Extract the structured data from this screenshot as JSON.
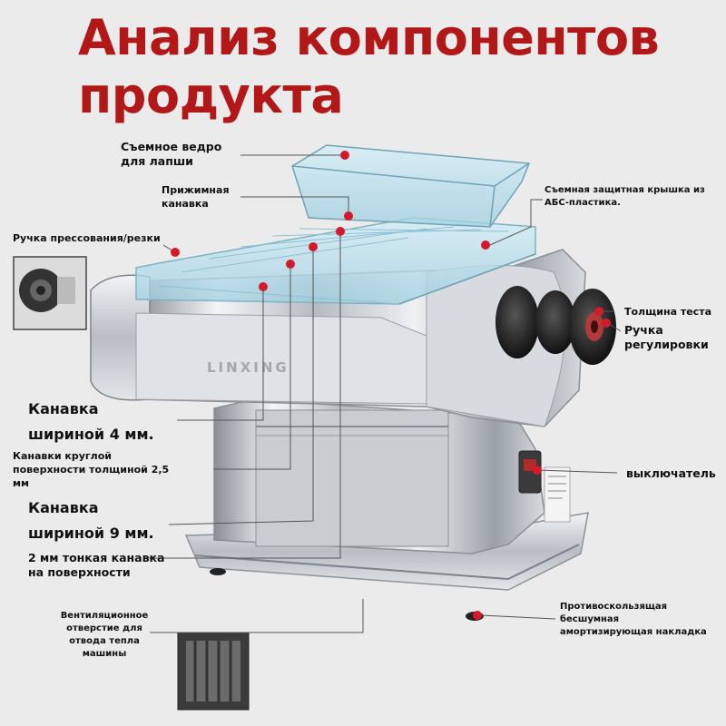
{
  "title": {
    "line1": "Анализ компонентов",
    "line2": "продукта"
  },
  "colors": {
    "title": "#b21818",
    "marker": "#d41a2a",
    "leader": "#555555",
    "background": "#ebebeb"
  },
  "machine_brand": "LINXING",
  "labels": {
    "bucket": [
      "Съемное ведро",
      "для лапши"
    ],
    "press_groove": [
      "Прижимная",
      "канавка"
    ],
    "press_handle": "Ручка прессования/резки",
    "abs_cover": [
      "Съемная защитная крышка из",
      "АБС-пластика."
    ],
    "thickness": "Толщина теста",
    "adjust_knob": [
      "Ручка",
      "регулировки"
    ],
    "groove_4mm": [
      "Канавка",
      "шириной 4 мм."
    ],
    "round_groove": [
      "Канавки круглой",
      "поверхности толщиной 2,5",
      "мм"
    ],
    "switch": "выключатель",
    "groove_9mm": [
      "Канавка",
      "шириной 9 мм."
    ],
    "groove_2mm": [
      "2 мм тонкая канавка",
      "на поверхности"
    ],
    "vent": [
      "Вентиляционное",
      "отверстие для",
      "отвода тепла",
      "машины"
    ],
    "anti_slip": [
      "Противоскользящая",
      "бесшумная",
      "амортизирующая накладка"
    ]
  }
}
